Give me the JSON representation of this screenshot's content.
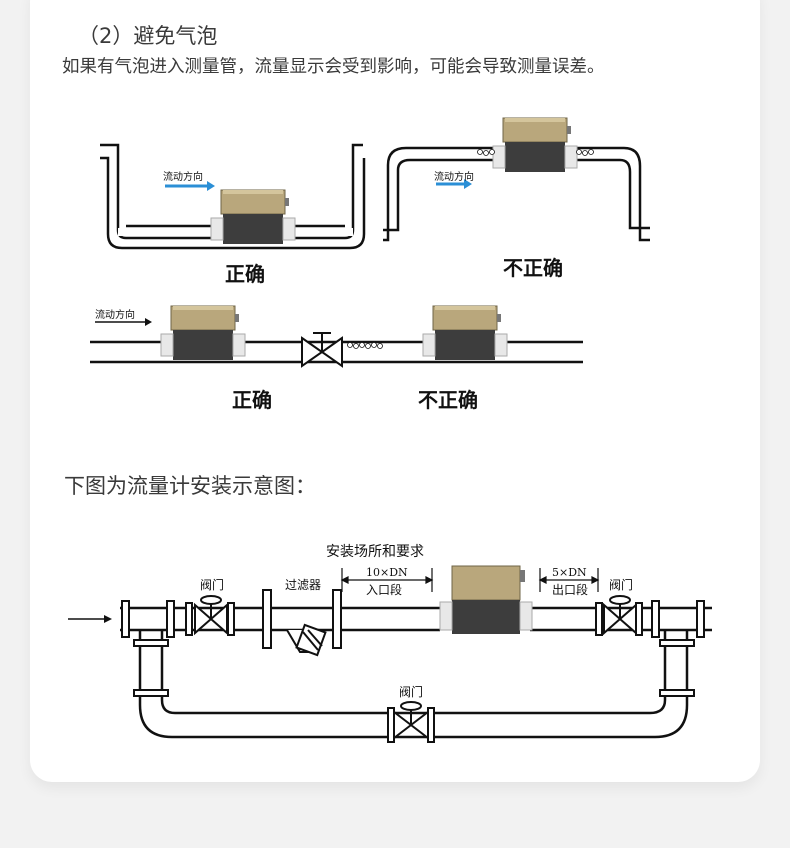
{
  "section": {
    "title": "（2）避免气泡",
    "description": "如果有气泡进入测量管，流量显示会受到影响，可能会导致测量误差。"
  },
  "bubble_diagrams": {
    "flow_direction_label": "流动方向",
    "correct_label": "正确",
    "incorrect_label": "不正确"
  },
  "installation": {
    "heading": "下图为流量计安装示意图：",
    "site_title": "安装场所和要求",
    "valve_label": "阀门",
    "filter_label": "过滤器",
    "inlet_length": "10×DN",
    "inlet_label": "入口段",
    "outlet_length": "5×DN",
    "outlet_label": "出口段"
  },
  "colors": {
    "meter_body": "#b9a77c",
    "meter_dark": "#3d3d3d",
    "pipe": "#111111",
    "flow_arrow": "#2b8fd6"
  }
}
